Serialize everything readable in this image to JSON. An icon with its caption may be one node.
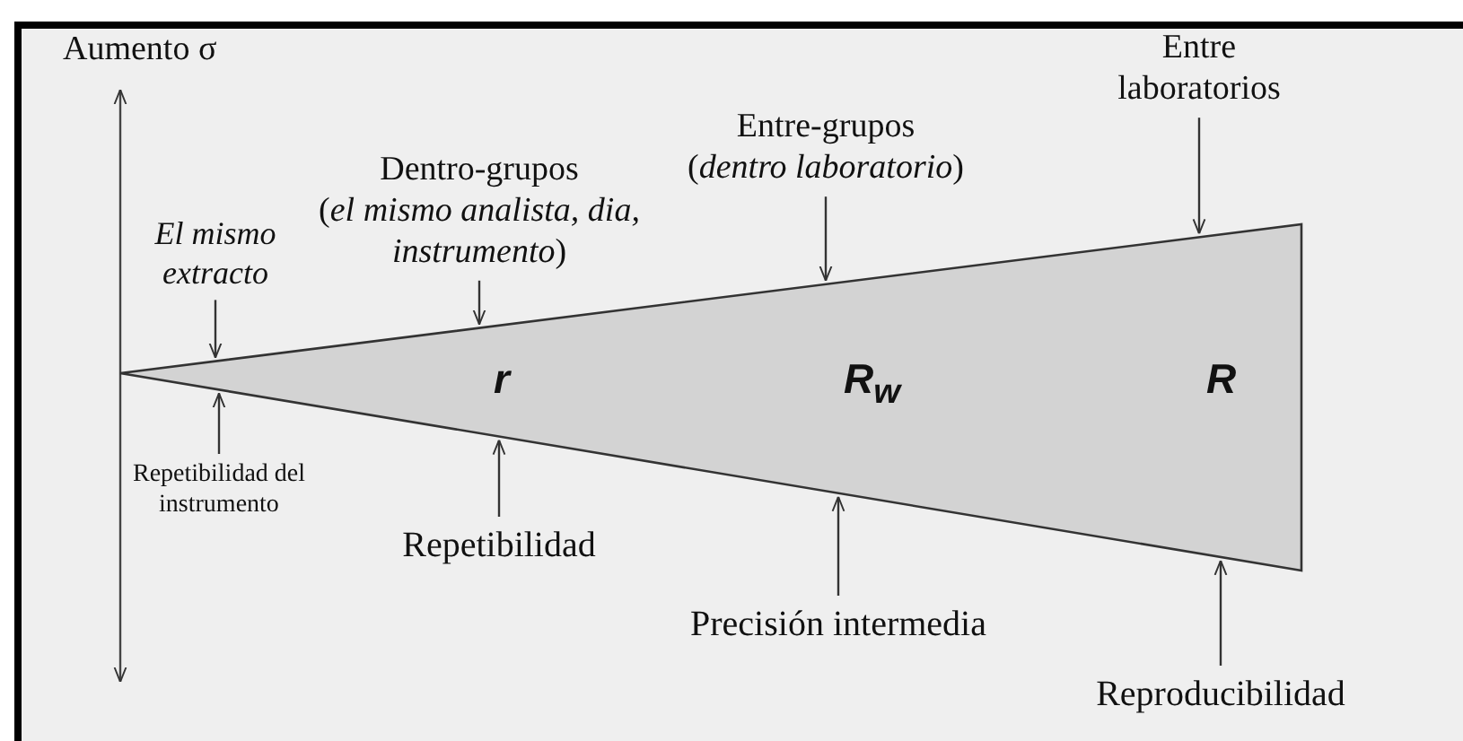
{
  "diagram": {
    "nodes": [
      {
        "text": [
          "r",
          "R$_{w}$",
          "R"
        ]
      },
      {
        "text": [
          "El mismo extracto"
        ]
      },
      {
        "text": [
          "Dentro-grupos",
          "(*el mismo analista, dia, instrumento*)"
        ]
      },
      {
        "text": [
          "Entre-grupos",
          "(*dentro laboratorio*)"
        ]
      },
      {
        "text": [
          "Entre laboratorios"
        ]
      },
      {
        "text": [
          "Repetibilidad del instrumento"
        ]
      },
      {
        "text": [
          "Repetibilidad"
        ]
      },
      {
        "text": [
          "Precisión intermedia"
        ]
      },
      {
        "text": [
          "Reproducibilidad"
        ]
      }
    ],
    "edges": [
      {
        "from": 1,
        "to": 0,
        "arrow": "to"
      },
      {
        "from": 2,
        "to": 0,
        "arrow": "to"
      },
      {
        "from": 3,
        "to": 0,
        "arrow": "to"
      },
      {
        "from": 4,
        "to": 0,
        "arrow": "to"
      },
      {
        "from": 5,
        "to": 0,
        "arrow": "to"
      },
      {
        "from": 6,
        "to": 0,
        "arrow": "to"
      },
      {
        "from": 7,
        "to": 0,
        "arrow": "to"
      },
      {
        "from": 8,
        "to": 0,
        "arrow": "to"
      }
    ],
    "labels": [
      "Aumento σ"
    ]
  }
}
